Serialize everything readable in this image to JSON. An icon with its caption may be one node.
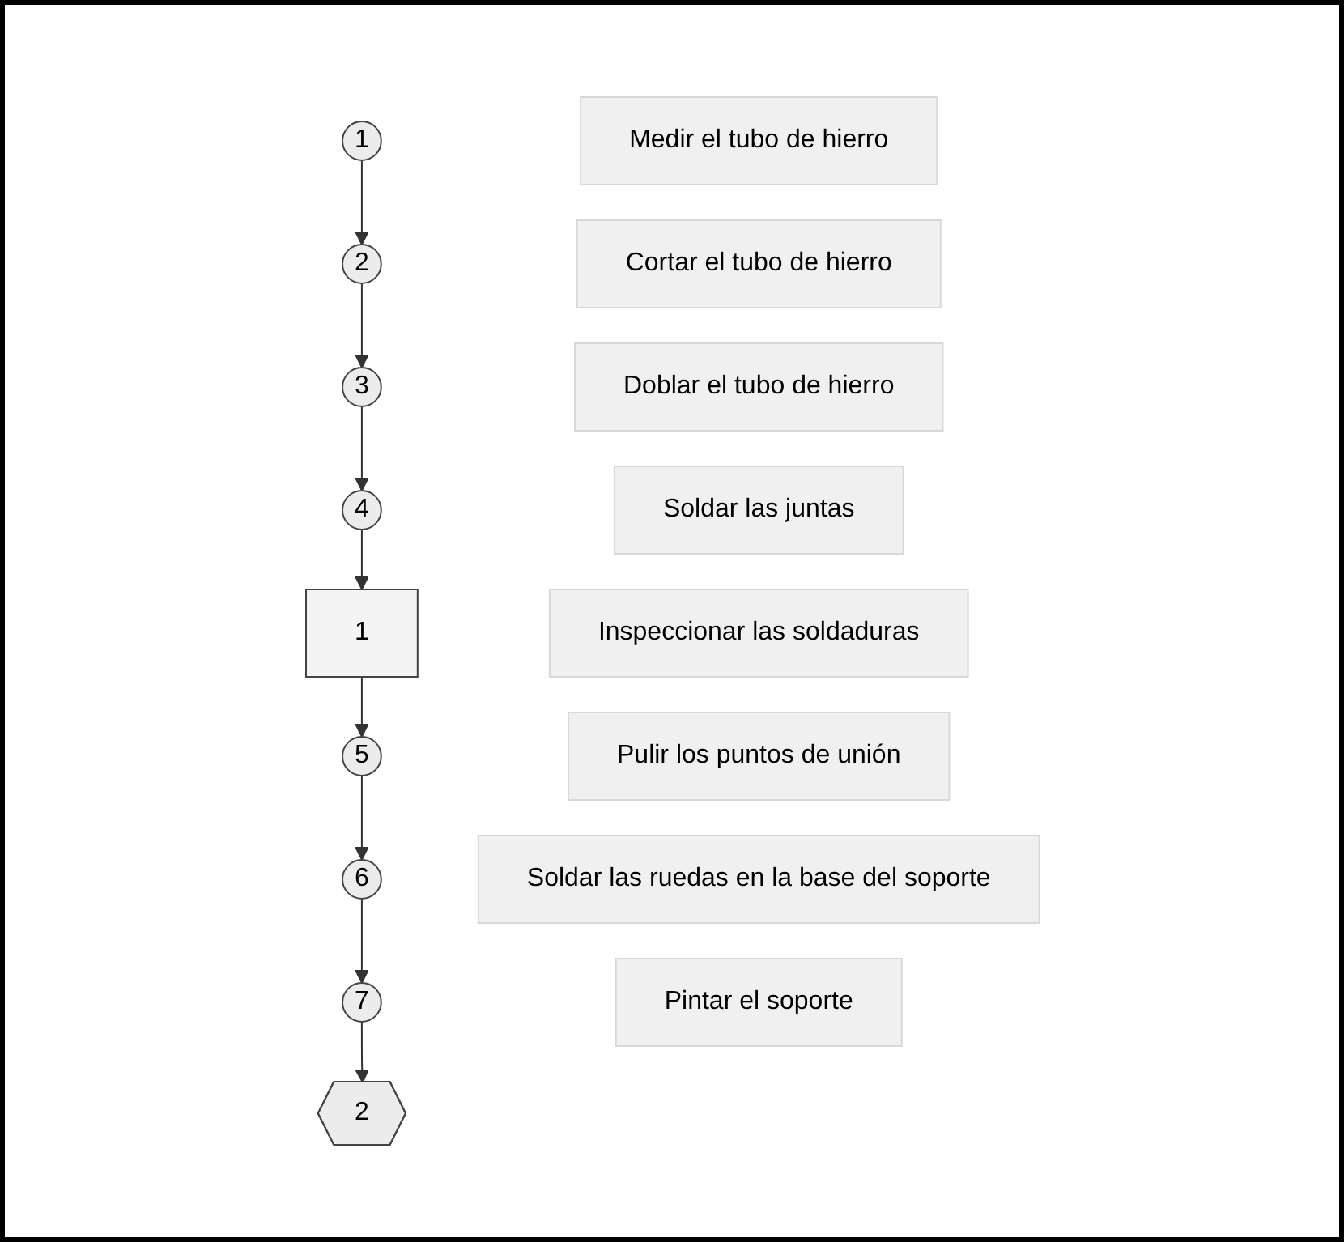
{
  "diagram": {
    "nodes": [
      {
        "text": [
          "1"
        ]
      },
      {
        "text": [
          "Medir el tubo de hierro"
        ]
      },
      {
        "text": [
          "2"
        ]
      },
      {
        "text": [
          "Cortar el tubo de hierro"
        ]
      },
      {
        "text": [
          "3"
        ]
      },
      {
        "text": [
          "Doblar el tubo de hierro"
        ]
      },
      {
        "text": [
          "4"
        ]
      },
      {
        "text": [
          "Soldar las juntas"
        ]
      },
      {
        "text": [
          "1"
        ]
      },
      {
        "text": [
          "Inspeccionar las soldaduras"
        ]
      },
      {
        "text": [
          "5"
        ]
      },
      {
        "text": [
          "Pulir los puntos de unión"
        ]
      },
      {
        "text": [
          "6"
        ]
      },
      {
        "text": [
          "Soldar las ruedas en la base del soporte"
        ]
      },
      {
        "text": [
          "7"
        ]
      },
      {
        "text": [
          "Pintar el soporte"
        ]
      },
      {
        "text": [
          "2"
        ]
      }
    ],
    "edges": [
      {
        "from": 0,
        "to": 2,
        "arrow": "to"
      },
      {
        "from": 2,
        "to": 4,
        "arrow": "to"
      },
      {
        "from": 4,
        "to": 6,
        "arrow": "to"
      },
      {
        "from": 6,
        "to": 8,
        "arrow": "to"
      },
      {
        "from": 8,
        "to": 10,
        "arrow": "to"
      },
      {
        "from": 10,
        "to": 12,
        "arrow": "to"
      },
      {
        "from": 12,
        "to": 14,
        "arrow": "to"
      },
      {
        "from": 14,
        "to": 16,
        "arrow": "to"
      }
    ]
  }
}
